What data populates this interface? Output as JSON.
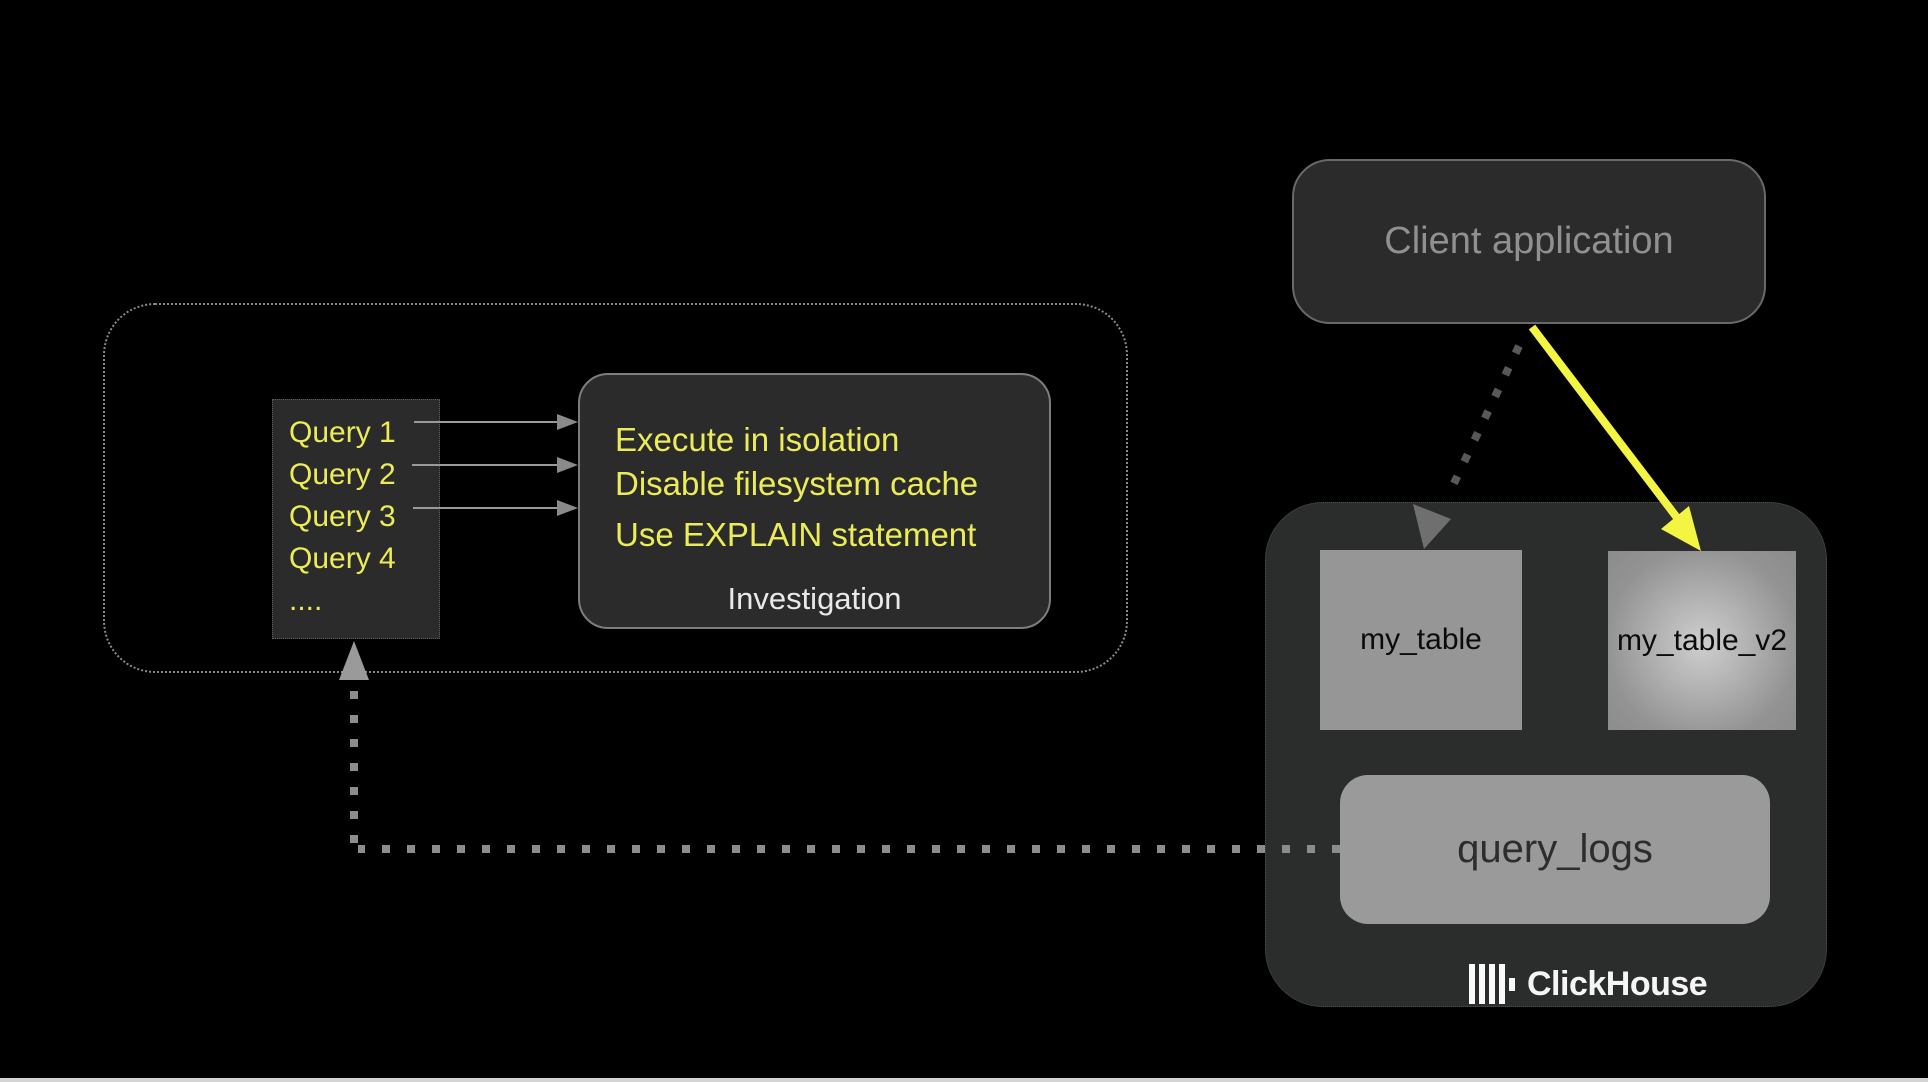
{
  "client_application": {
    "label": "Client application"
  },
  "query_list": {
    "items": [
      "Query 1",
      "Query 2",
      "Query 3",
      "Query 4",
      "...."
    ]
  },
  "investigation_panel": {
    "tips": [
      "Execute in isolation",
      "Disable filesystem cache",
      "Use EXPLAIN statement"
    ],
    "caption": "Investigation"
  },
  "clickhouse": {
    "table_left": "my_table",
    "table_right": "my_table_v2",
    "logs_table": "query_logs",
    "brand": "ClickHouse"
  },
  "colors": {
    "accent_yellow": "#f4f442",
    "text_yellow": "#ecec58",
    "dark_box_fill": "#2b2b2b",
    "gray_node_fill": "#9a9a9a"
  }
}
